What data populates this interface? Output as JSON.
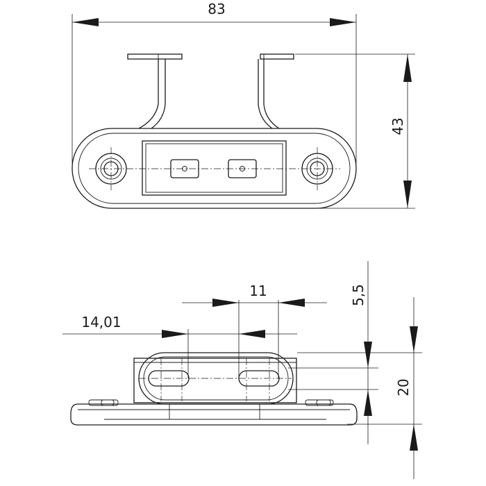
{
  "dimensions": {
    "overall_width": "83",
    "overall_height": "43",
    "hole_spacing": "11",
    "offset": "14,01",
    "depth": "5,5",
    "side_height": "20"
  },
  "colors": {
    "line": "#1a1a1a",
    "background": "#ffffff"
  }
}
